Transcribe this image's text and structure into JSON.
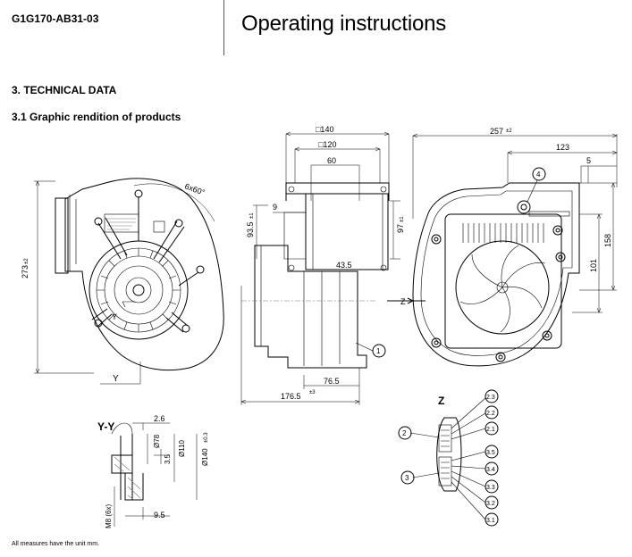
{
  "header": {
    "product_code": "G1G170-AB31-03",
    "title": "Operating instructions"
  },
  "section": {
    "heading": "3. TECHNICAL DATA",
    "subheading": "3.1 Graphic rendition of products"
  },
  "dimensions": {
    "d_140": "□140",
    "d_120": "□120",
    "d_60": "60",
    "d_9": "9",
    "d_93_5": "93.5",
    "d_93_5_tol": "±1",
    "d_97": "97",
    "d_97_tol": "±1",
    "d_43_5": "43.5",
    "d_76_5": "76.5",
    "d_176_5": "176.5",
    "d_176_5_tol": "±3",
    "d_273": "273",
    "d_273_tol": "±2",
    "d_6x60": "6x60°",
    "d_257": "257",
    "d_257_tol": "±2",
    "d_123": "123",
    "d_5": "5",
    "d_158": "158",
    "d_101": "101",
    "d_2_6": "2.6",
    "d_78": "Ø78",
    "d_110": "Ø110",
    "d_140dia": "Ø140",
    "d_140dia_tol": "±0.3",
    "d_3_5": "3.5",
    "d_9_5": "9.5",
    "d_m8": "M8 (6x)"
  },
  "views": {
    "section_label": "Y-Y",
    "y_marker": "Y",
    "z_marker": "Z",
    "z_view_title": "Z"
  },
  "callouts": {
    "c1": "1",
    "c2": "2",
    "c3": "3",
    "c4": "4",
    "pins": [
      "2.3",
      "2.2",
      "2.1",
      "3.5",
      "3.4",
      "3.3",
      "3.2",
      "3.1"
    ]
  },
  "footer": {
    "note": "All measures have the unit mm."
  }
}
